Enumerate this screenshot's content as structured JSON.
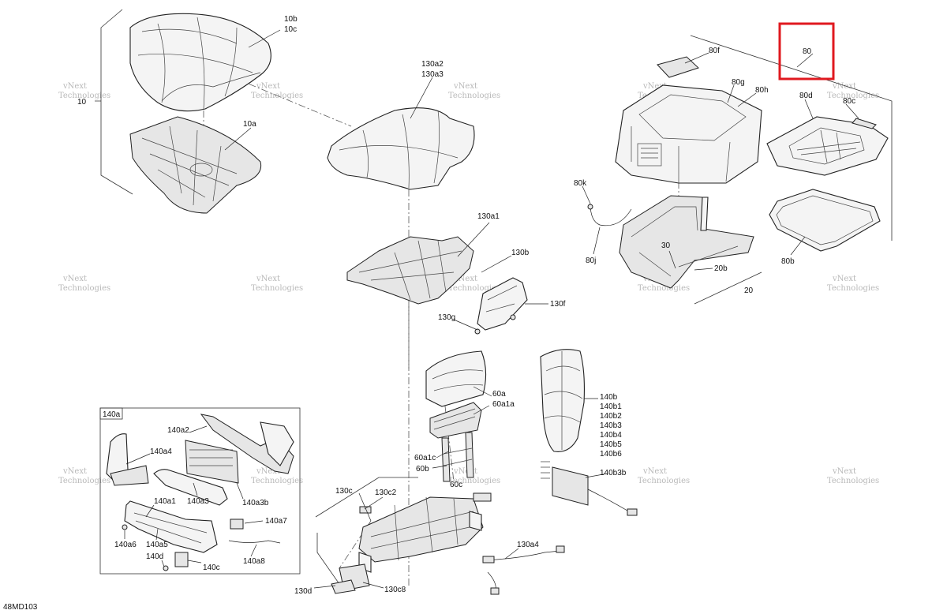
{
  "diagram_id": "48MD103",
  "highlight_label": "80",
  "watermark": [
    "vNext",
    "Technologies"
  ],
  "inset_title": "140a",
  "labels": {
    "l10b": "10b",
    "l10c": "10c",
    "l10": "10",
    "l10a": "10a",
    "l130a2": "130a2",
    "l130a3": "130a3",
    "l130a1": "130a1",
    "l130b": "130b",
    "l130f": "130f",
    "l130g": "130g",
    "l80": "80",
    "l80f": "80f",
    "l80g": "80g",
    "l80h": "80h",
    "l80d": "80d",
    "l80c": "80c",
    "l80k": "80k",
    "l80j": "80j",
    "l80b": "80b",
    "l30": "30",
    "l20b": "20b",
    "l20": "20",
    "l60a": "60a",
    "l60a1a": "60a1a",
    "l60a1c": "60a1c",
    "l60b": "60b",
    "l60c": "60c",
    "l140b": "140b",
    "l140b1": "140b1",
    "l140b2": "140b2",
    "l140b3": "140b3",
    "l140b4": "140b4",
    "l140b5": "140b5",
    "l140b6": "140b6",
    "l140b3b": "140b3b",
    "l130c": "130c",
    "l130c2": "130c2",
    "l130a4": "130a4",
    "l130d": "130d",
    "l130c8": "130c8",
    "l140a2": "140a2",
    "l140a4": "140a4",
    "l140a3": "140a3",
    "l140a3b": "140a3b",
    "l140a1": "140a1",
    "l140a7": "140a7",
    "l140a6": "140a6",
    "l140a5": "140a5",
    "l140d": "140d",
    "l140c": "140c",
    "l140a8": "140a8"
  }
}
